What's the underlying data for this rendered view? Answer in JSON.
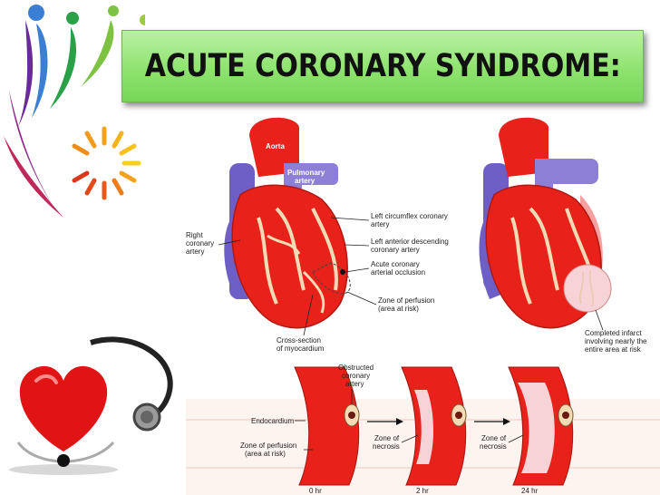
{
  "title": "ACUTE CORONARY SYNDROME:",
  "heart_left_labels": {
    "aorta": "Aorta",
    "pulmonary_1": "Pulmonary",
    "pulmonary_2": "artery",
    "right_coronary_1": "Right",
    "right_coronary_2": "coronary",
    "right_coronary_3": "artery",
    "left_circumflex_1": "Left circumflex coronary",
    "left_circumflex_2": "artery",
    "lad_1": "Left anterior descending",
    "lad_2": "coronary artery",
    "occlusion_1": "Acute coronary",
    "occlusion_2": "arterial occlusion",
    "perfusion_1": "Zone of perfusion",
    "perfusion_2": "(area at risk)",
    "cross_section_1": "Cross-section",
    "cross_section_2": "of myocardium"
  },
  "heart_right_labels": {
    "infarct_1": "Completed infarct",
    "infarct_2": "involving nearly the",
    "infarct_3": "entire area at risk"
  },
  "cross_section_labels": {
    "obstructed_1": "Obstructed",
    "obstructed_2": "coronary",
    "obstructed_3": "artery",
    "endocardium": "Endocardium",
    "zone_perf_1": "Zone of perfusion",
    "zone_perf_2": "(area at risk)",
    "necrosis_a_1": "Zone of",
    "necrosis_a_2": "necrosis",
    "necrosis_b_1": "Zone of",
    "necrosis_b_2": "necrosis",
    "time_0": "0 hr",
    "time_2": "2 hr",
    "time_24": "24 hr"
  },
  "colors": {
    "title_bg": "#8ee36e",
    "heart_red": "#e8221a",
    "vein_blue": "#6e5fc7",
    "artery_cream": "#f3dcb5",
    "infarct_pink": "#f7d3d8"
  },
  "icons": [
    "people-logo-icon",
    "heart-stethoscope-icon"
  ]
}
